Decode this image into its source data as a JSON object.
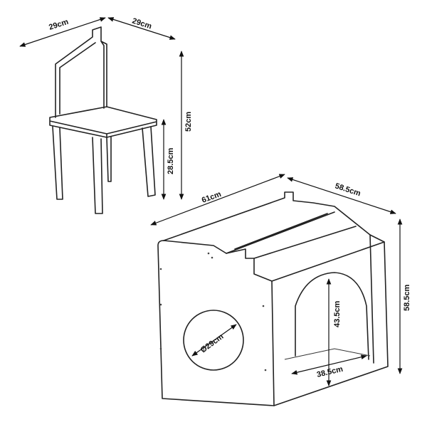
{
  "chair": {
    "width": "29cm",
    "depth": "29cm",
    "height": "52cm",
    "seat_height": "28.5cm"
  },
  "table": {
    "width": "61cm",
    "depth": "58.5cm",
    "height": "58.5cm",
    "hole_diameter": "Ø29cm",
    "arch_height": "43.5cm",
    "arch_width": "38.5cm"
  },
  "colors": {
    "line": "#222222",
    "background": "#ffffff"
  }
}
